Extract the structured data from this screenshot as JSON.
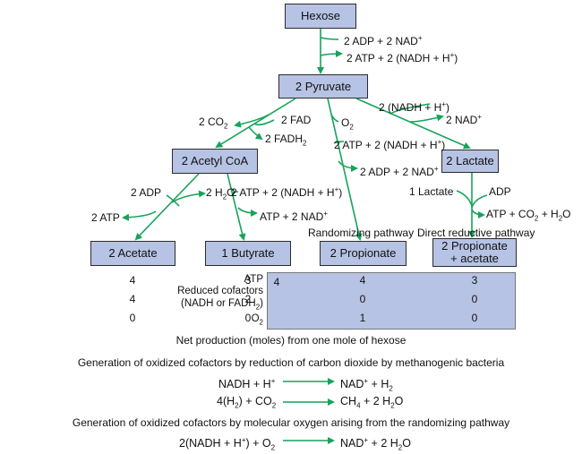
{
  "nodes": {
    "hexose": "Hexose",
    "pyruvate": "2 Pyruvate",
    "acetyl_coa": "2 Acetyl CoA",
    "lactate": "2 Lactate",
    "acetate": "2 Acetate",
    "butyrate": "1 Butyrate",
    "propionate": "2 Propionate",
    "propionate_acetate_line1": "2 Propionate",
    "propionate_acetate_line2": "+ acetate"
  },
  "labels": {
    "adp_nad": "2 ADP + 2 NAD",
    "atp_nadh": "2 ATP + 2 (NADH + H",
    "nadh_top": "2 (NADH + H",
    "two_nad": "2 NAD",
    "two_co2": "2 CO",
    "two_fad": "2 FAD",
    "two_fadh2": "2 FADH",
    "o2": "O",
    "atp_nadh_mid": "2 ATP + 2 (NADH + H",
    "adp_nad_mid": "2 ADP + 2 NAD",
    "two_adp": "2 ADP",
    "two_h2o": "2 H",
    "two_atp": "2 ATP",
    "atp_nadh_left": "2 ATP + 2 (NADH + H",
    "atp_nad": "ATP + 2 NAD",
    "one_lactate": "1 Lactate",
    "adp": "ADP",
    "atp_co2_h2o": "ATP + CO",
    "randomizing": "Randomizing pathway",
    "direct_reductive": "Direct reductive pathway"
  },
  "table": {
    "row_labels": [
      "ATP",
      "Reduced cofactors",
      "(NADH or FADH",
      "O"
    ],
    "rows": [
      [
        "4",
        "3",
        "4",
        "3"
      ],
      [
        "4",
        "2",
        "0",
        "0"
      ],
      [
        "0",
        "0",
        "1",
        "0"
      ]
    ]
  },
  "captions": {
    "net_production": "Net production (moles) from one mole of hexose",
    "methanogenic_title": "Generation of oxidized cofactors by reduction of carbon dioxide by methanogenic bacteria",
    "oxygen_title": "Generation of oxidized cofactors by molecular oxygen arising from the randomizing pathway"
  },
  "equations": {
    "eq1_left": "NADH + H",
    "eq1_right": "NAD",
    "eq1_right_tail": " + H",
    "eq2_left": "4(H",
    "eq2_left_tail": ") + CO",
    "eq2_right": "CH",
    "eq2_right_tail": " + 2 H",
    "eq3_left": "2(NADH + H",
    "eq3_left_tail": ") + O",
    "eq3_right": "NAD",
    "eq3_right_tail": " + 2 H"
  },
  "colors": {
    "box_fill": "#b7c3e4",
    "arrow": "#16a35a"
  }
}
